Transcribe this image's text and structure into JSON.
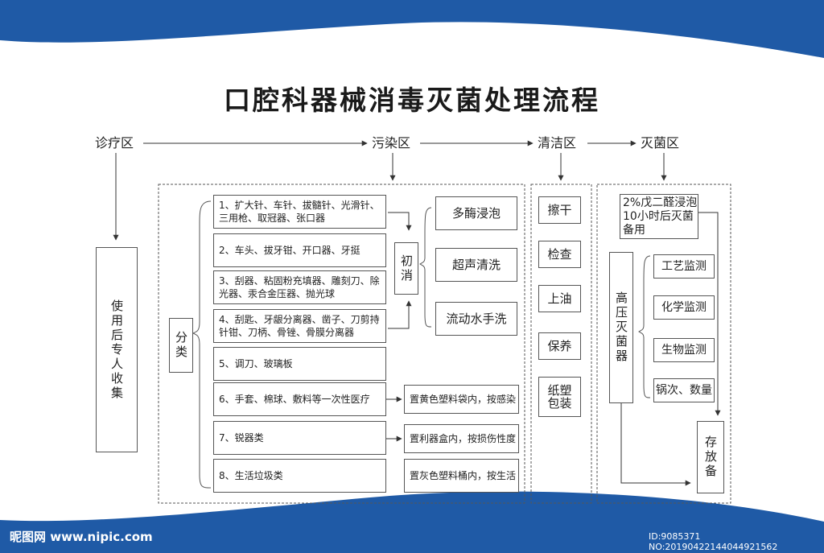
{
  "title": "口腔科器械消毒灭菌处理流程",
  "zones": [
    "诊疗区",
    "污染区",
    "清洁区",
    "灭菌区"
  ],
  "collection": "使用后专人收集",
  "classify": "分类",
  "items": [
    "1、扩大针、车针、拔髓针、光滑针、三用枪、取冠器、张口器",
    "2、车头、拔牙钳、开口器、牙挺",
    "3、刮器、粘固粉充填器、雕刻刀、除光器、汞合金压器、抛光球",
    "4、刮匙、牙龈分离器、凿子、刀剪持针钳、刀柄、骨锉、骨膜分离器",
    "5、调刀、玻璃板",
    "6、手套、棉球、敷料等一次性医疗",
    "7、锐器类",
    "8、生活垃圾类"
  ],
  "disposal": [
    "置黄色塑料袋内，按感染",
    "置利器盒内，按损伤性度",
    "置灰色塑料桶内，按生活"
  ],
  "initial_disinfection": "初消",
  "disinfection_methods": [
    "多酶浸泡",
    "超声清洗",
    "流动水手洗"
  ],
  "clean_steps": [
    "擦干",
    "检查",
    "上油",
    "保养",
    "纸塑包装"
  ],
  "sterilization": {
    "glutaraldehyde": "2%戊二醛浸泡10小时后灭菌备用",
    "autoclave": "高压灭菌器",
    "monitors": [
      "工艺监测",
      "化学监测",
      "生物监测",
      "锅次、数量"
    ],
    "storage": "存放备"
  },
  "watermark": {
    "left": "昵图网 www.nipic.com",
    "right": "ID:9085371 NO:20190422144044921562"
  },
  "colors": {
    "banner": "#1f5aa6",
    "line": "#333333",
    "dash": "#555555"
  }
}
